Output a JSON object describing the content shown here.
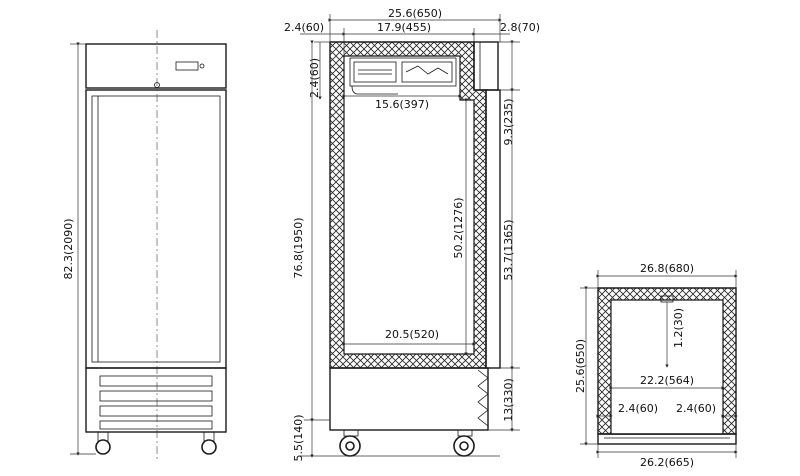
{
  "labels": {
    "front_height": "82.3(2090)",
    "overall_width": "25.6(650)",
    "left_offset": "2.4(60)",
    "top_inner_width": "17.9(455)",
    "right_offset": "2.8(70)",
    "top_wall": "2.4(60)",
    "upper_inner_width": "15.6(397)",
    "door_top": "9.3(235)",
    "body_height": "76.8(1950)",
    "interior_height": "50.2(1276)",
    "door_height": "53.7(1365)",
    "interior_width": "20.5(520)",
    "base_height": "13(330)",
    "caster_height": "5.5(140)",
    "top_width": "26.8(680)",
    "depth": "25.6(650)",
    "bulb_drop": "1.2(30)",
    "inner_width_top": "22.2(564)",
    "left_wall": "2.4(60)",
    "right_wall": "2.4(60)",
    "bottom_width": "26.2(665)"
  }
}
